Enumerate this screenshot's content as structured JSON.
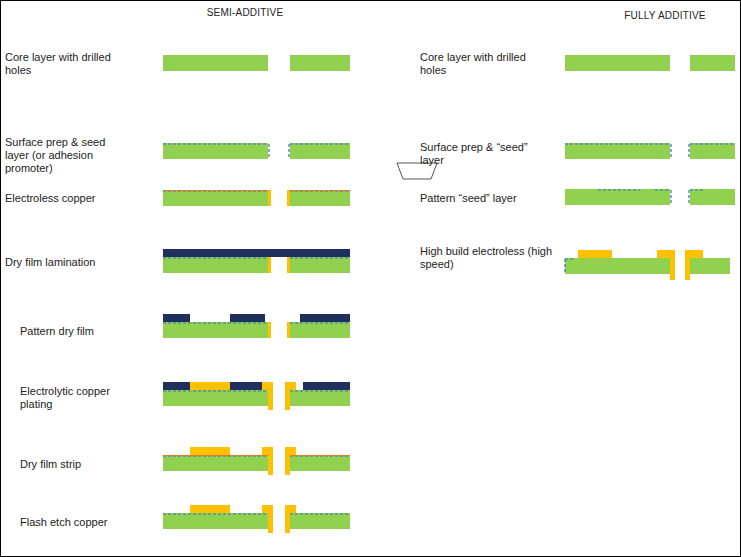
{
  "diagram": {
    "labels": [
      "SEMI-ADDITIVE",
      "Core layer with drilled holes",
      "Surface prep & seed layer (or adhesion promoter)",
      "Electroless copper",
      "Dry film lamination",
      "Pattern dry film",
      "Electrolytic copper plating",
      "Dry film strip",
      "Flash etch copper",
      "FULLY ADDITIVE",
      "Core layer with drilled holes",
      "Surface prep & “seed” layer",
      "Pattern “seed” layer",
      "High build electroless (high speed)"
    ]
  }
}
